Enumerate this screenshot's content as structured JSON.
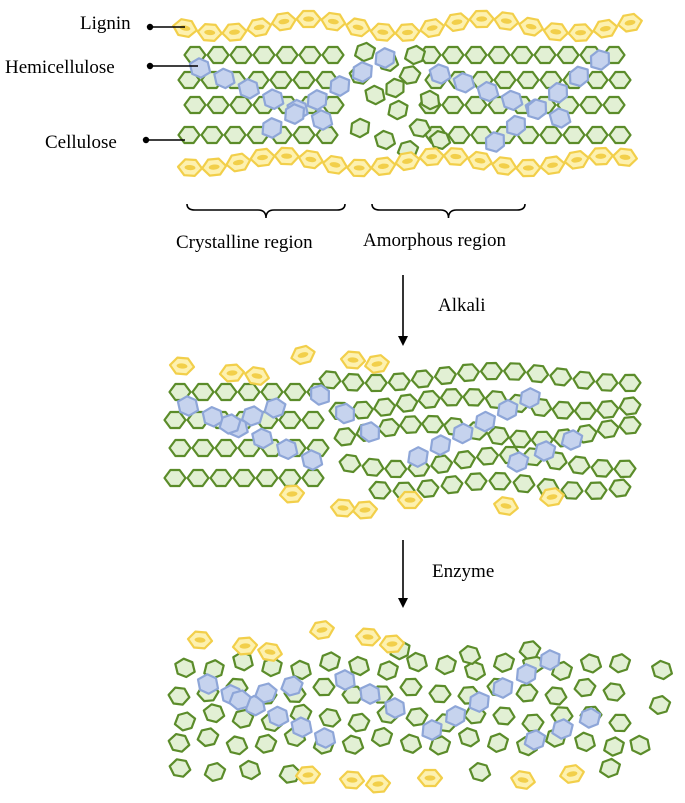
{
  "labels": {
    "lignin": "Lignin",
    "hemicellulose": "Hemicellulose",
    "cellulose": "Cellulose",
    "crystalline_region": "Crystalline region",
    "amorphous_region": "Amorphous region"
  },
  "steps": {
    "alkali": "Alkali",
    "enzyme": "Enzyme"
  },
  "colors": {
    "cellulose_fill": "#e2f0d4",
    "cellulose_stroke": "#5b8c2a",
    "hemicellulose_fill": "#c6d3ee",
    "hemicellulose_stroke": "#8ea6d8",
    "lignin_fill": "#fdf1b0",
    "lignin_stroke": "#f2cf4a",
    "lignin_core": "#f2cf4a",
    "line": "#000000"
  },
  "icons": {
    "hexagon_unit": "hexagon-icon",
    "arrow": "down-arrow-icon"
  }
}
